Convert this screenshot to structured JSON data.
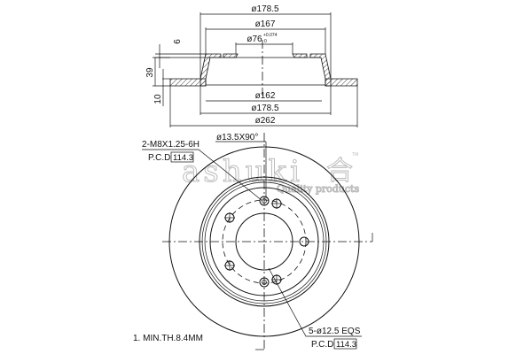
{
  "side_view": {
    "dim_outer_hat": "ø178.5",
    "dim_inner_hat": "ø167",
    "dim_center_bore": "ø76",
    "dim_center_bore_tol_upper": "+0.074",
    "dim_center_bore_tol_lower": "0",
    "dim_hat_thickness": "6",
    "dim_height": "39",
    "dim_disc_thickness": "10",
    "dim_inner_bottom": "ø162",
    "dim_outer_hat_bottom": "ø178.5",
    "dim_disc_diameter": "ø262"
  },
  "front_view": {
    "thread_note": "2-M8X1.25-6H",
    "thread_pcd_label": "P.C.D",
    "thread_pcd_value": "114.3",
    "countersink_note": "ø13.5X90°",
    "holes_note": "5-ø12.5 EQS",
    "holes_pcd_label": "P.C.D",
    "holes_pcd_value": "114.3"
  },
  "notes": {
    "min_thickness": "1. MIN.TH.8.4MM"
  },
  "watermark": {
    "brand": "ashuki",
    "tm": "TM",
    "tagline": "Quality products"
  }
}
